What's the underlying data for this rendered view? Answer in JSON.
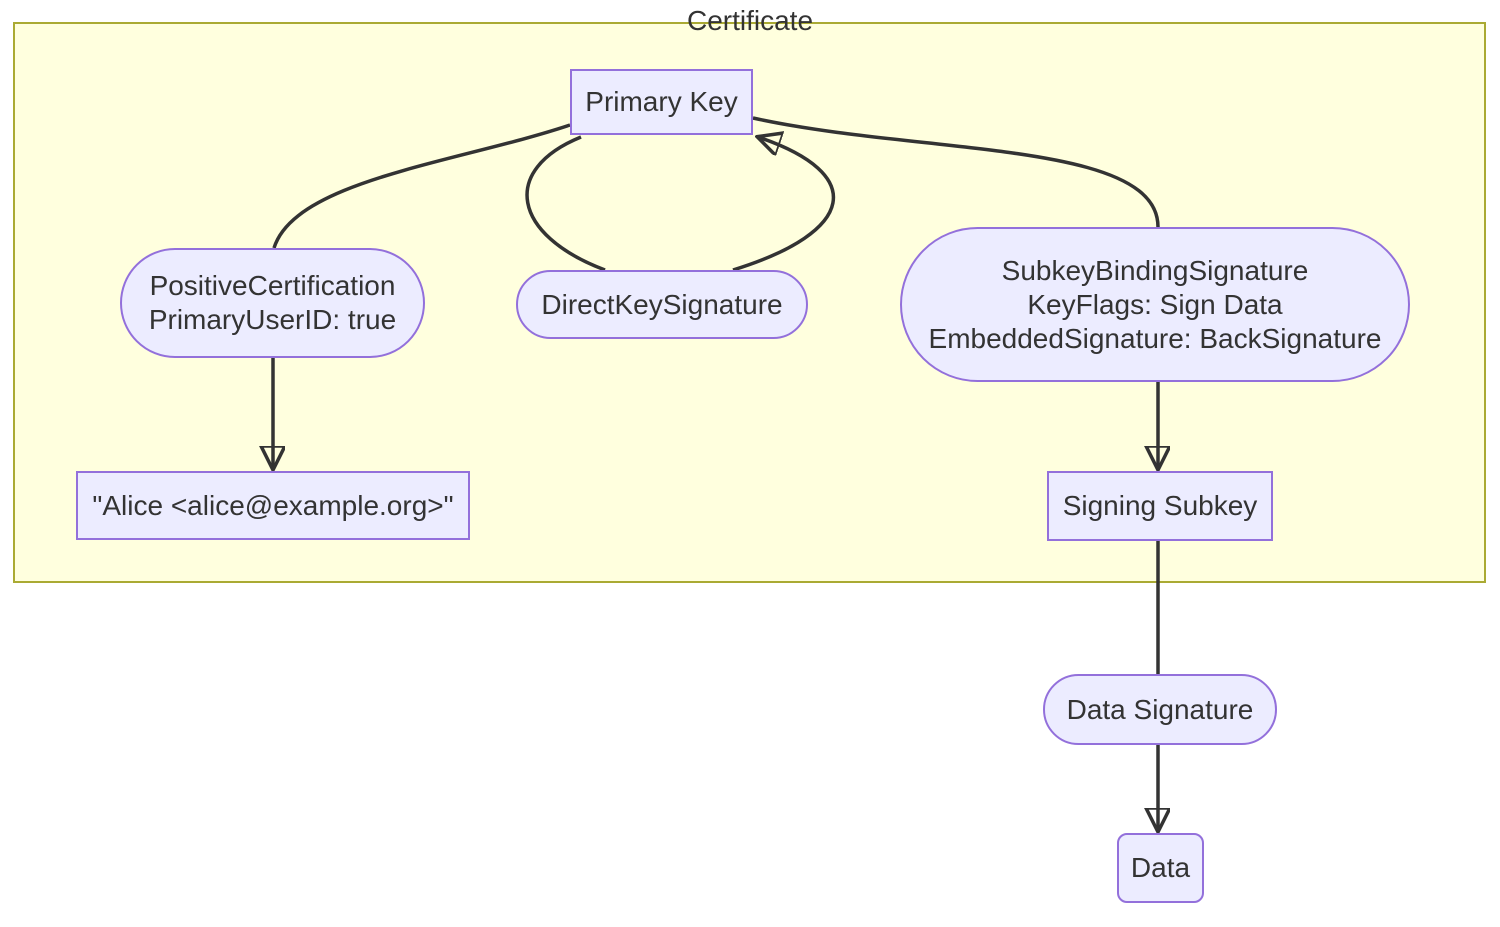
{
  "diagram": {
    "certificate_group": {
      "title": "Certificate"
    },
    "nodes": {
      "primary_key": {
        "label": "Primary Key",
        "shape": "rectangle"
      },
      "positive_certification": {
        "line1": "PositiveCertification",
        "line2": "PrimaryUserID: true",
        "shape": "stadium"
      },
      "direct_key_signature": {
        "label": "DirectKeySignature",
        "shape": "stadium"
      },
      "subkey_binding_signature": {
        "line1": "SubkeyBindingSignature",
        "line2": "KeyFlags: Sign Data",
        "line3": "EmbeddedSignature: BackSignature",
        "shape": "stadium"
      },
      "user_id": {
        "label": "\"Alice <alice@example.org>\"",
        "shape": "rectangle"
      },
      "signing_subkey": {
        "label": "Signing Subkey",
        "shape": "rectangle"
      },
      "data_signature": {
        "label": "Data Signature",
        "shape": "stadium"
      },
      "data": {
        "label": "Data",
        "shape": "rounded-rectangle"
      }
    },
    "edges": [
      {
        "from": "Primary Key",
        "to": "PositiveCertification",
        "arrowhead": false
      },
      {
        "from": "PositiveCertification",
        "to": "\"Alice <alice@example.org>\"",
        "arrowhead": true
      },
      {
        "from": "Primary Key",
        "to": "DirectKeySignature",
        "arrowhead": false
      },
      {
        "from": "DirectKeySignature",
        "to": "Primary Key",
        "arrowhead": true
      },
      {
        "from": "Primary Key",
        "to": "SubkeyBindingSignature",
        "arrowhead": false
      },
      {
        "from": "SubkeyBindingSignature",
        "to": "Signing Subkey",
        "arrowhead": true
      },
      {
        "from": "Signing Subkey",
        "to": "Data Signature",
        "arrowhead": false
      },
      {
        "from": "Data Signature",
        "to": "Data",
        "arrowhead": true
      }
    ],
    "colors": {
      "page_background": "#ffffff",
      "group_fill": "#ffffde",
      "group_border": "#aaaa33",
      "node_fill": "#ECECFF",
      "node_border": "#9370DB",
      "edge_stroke": "#333333",
      "text": "#333333"
    }
  }
}
